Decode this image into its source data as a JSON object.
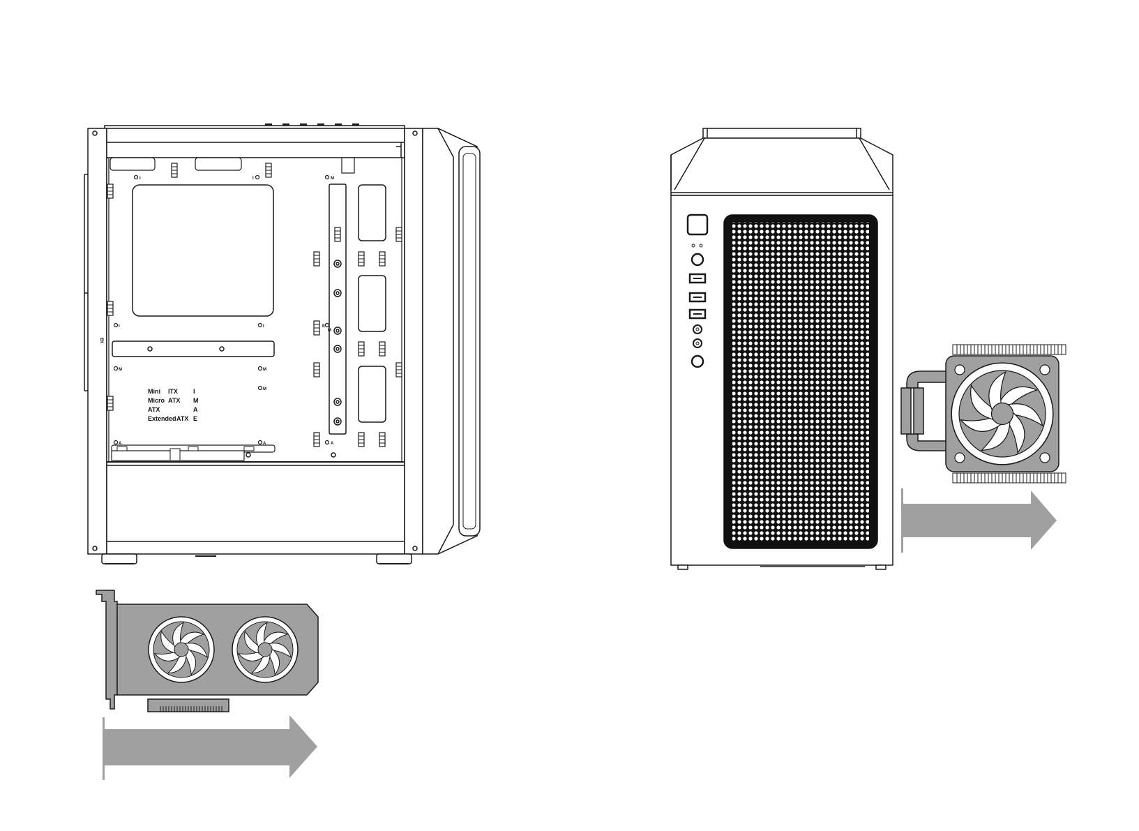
{
  "colors": {
    "line": "#1a1a1a",
    "fill_gray": "#a0a0a0",
    "mesh_dark": "#111111",
    "background": "#ffffff"
  },
  "form_factor_legend": [
    {
      "name": "Mini",
      "type": "ITX",
      "code": "I"
    },
    {
      "name": "Micro",
      "type": "ATX",
      "code": "M"
    },
    {
      "name": "ATX",
      "type": "",
      "code": "A"
    },
    {
      "name": "Extended",
      "type": "ATX",
      "code": "E"
    }
  ],
  "standoff_marks": {
    "itx": "I",
    "matx": "M",
    "atx": "A",
    "eatx": "E",
    "eatx_side": "E",
    "rotated": "EK"
  },
  "icons": {
    "side_view": "pc-case-side-icon",
    "front_view": "pc-case-front-icon",
    "gpu": "graphics-card-icon",
    "cooler": "cpu-cooler-icon",
    "gpu_arrow": "length-arrow-icon",
    "cooler_arrow": "height-arrow-icon"
  }
}
